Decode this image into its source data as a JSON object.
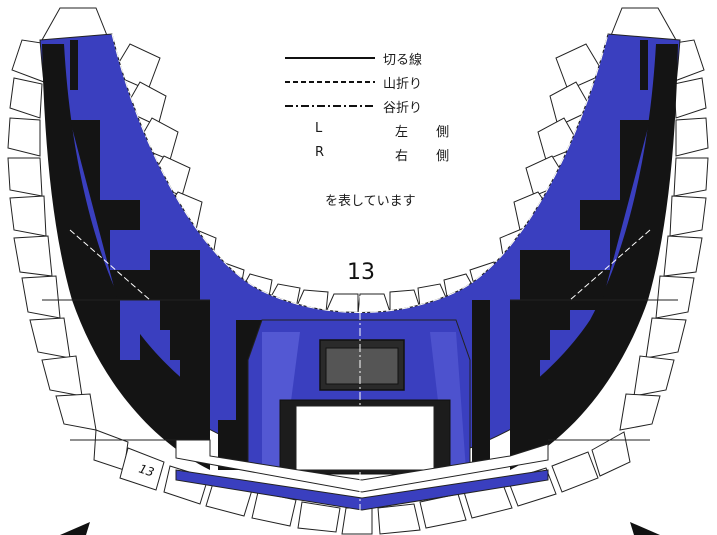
{
  "legend": {
    "cut_line": "切る線",
    "mountain_fold": "山折り",
    "valley_fold": "谷折り",
    "left_letter": "L",
    "left_label": "左 側",
    "right_letter": "R",
    "right_label": "右 側",
    "footer": "を表しています"
  },
  "part": {
    "number": "13",
    "tab_number": "13"
  },
  "colors": {
    "blue": "#3a3fbf",
    "blue_light": "#5a5fd8",
    "black": "#141414",
    "outline": "#222222",
    "paper": "#ffffff"
  }
}
